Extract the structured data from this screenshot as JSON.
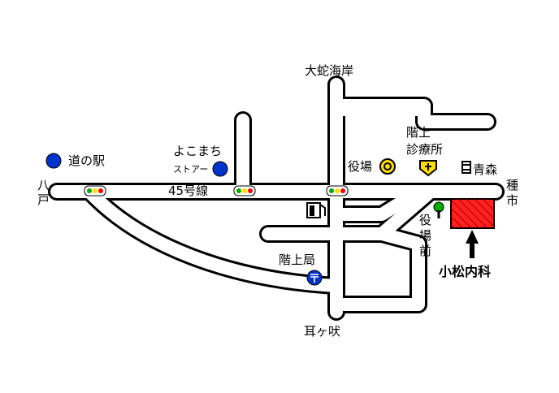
{
  "labels": {
    "oja_coast": "大蛇海岸",
    "roadside_station": "道の駅",
    "yokomachi_line1": "よこまち",
    "yokomachi_line2": "ストアー",
    "kaijo_clinic_line1": "階上",
    "kaijo_clinic_line2": "診療所",
    "town_hall": "役場",
    "aomori": "青森",
    "hachinohe_1": "八",
    "hachinohe_2": "戸",
    "tane_1": "種",
    "tane_2": "市",
    "route45": "45号線",
    "town_hall_front_1": "役",
    "town_hall_front_2": "場",
    "town_hall_front_3": "前",
    "post_office": "階上局",
    "komatsu_clinic": "小松内科",
    "mimigasaki": "耳ヶ吠"
  },
  "colors": {
    "road": "#000000",
    "poi_blue": "#0033cc",
    "clinic_red": "#ff2020",
    "signal_green": "#00aa00",
    "signal_red": "#ff0000",
    "marker_yellow": "#ffdd00",
    "tree_green": "#00aa00"
  },
  "icons": [
    "traffic-signal-icon",
    "gas-station-icon",
    "post-office-icon",
    "hospital-icon",
    "national-route-icon",
    "bus-stop-icon",
    "tree-icon",
    "store-icon"
  ]
}
